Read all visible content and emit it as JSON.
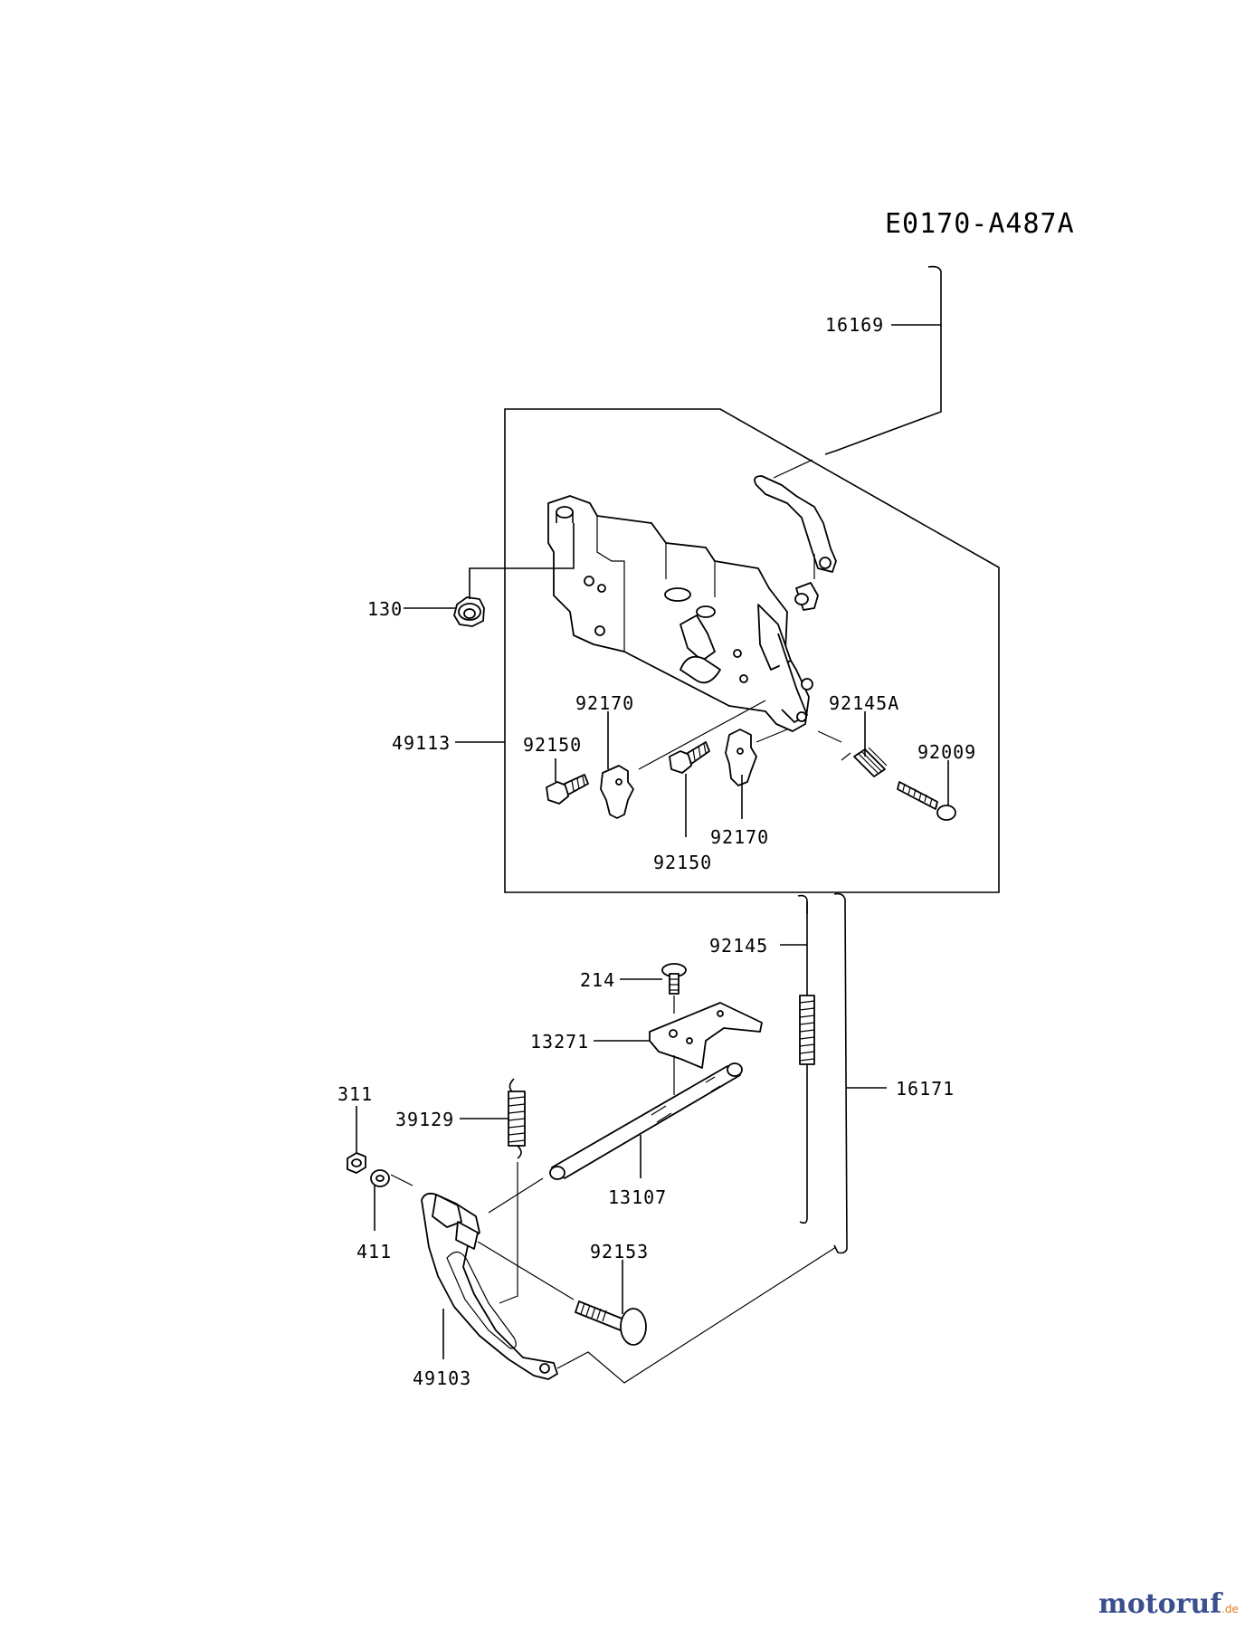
{
  "diagram_code": "E0170-A487A",
  "watermark": {
    "brand": "motoruf",
    "tld": ".de",
    "colors": {
      "blue": "#3b4f8f",
      "orange": "#e07b1a"
    }
  },
  "parts": {
    "p16169": "16169",
    "p130": "130",
    "p49113": "49113",
    "p92170a": "92170",
    "p92150a": "92150",
    "p92145A": "92145A",
    "p92009": "92009",
    "p92170b": "92170",
    "p92150b": "92150",
    "p92145": "92145",
    "p214": "214",
    "p13271": "13271",
    "p16171": "16171",
    "p311": "311",
    "p39129": "39129",
    "p13107": "13107",
    "p411": "411",
    "p92153": "92153",
    "p49103": "49103"
  }
}
